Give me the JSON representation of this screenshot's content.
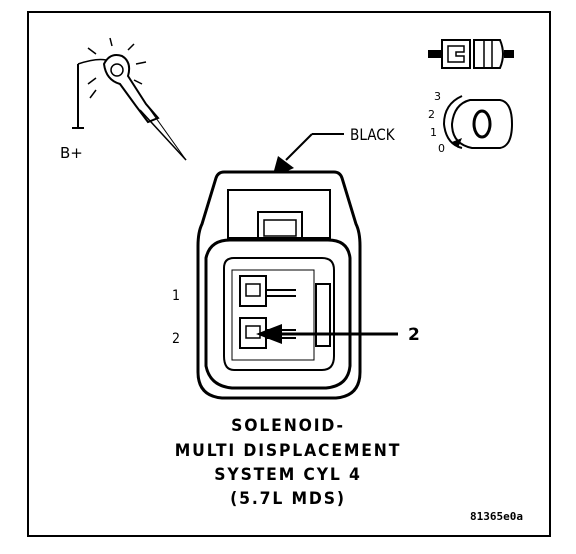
{
  "wire_color": "BLACK",
  "battery_label": "B+",
  "pin_labels": [
    "1",
    "2"
  ],
  "callout_label": "2",
  "release_positions": [
    "3",
    "2",
    "1",
    "0"
  ],
  "title_lines": [
    "SOLENOID-",
    "MULTI DISPLACEMENT",
    "SYSTEM CYL 4",
    "(5.7L MDS)"
  ],
  "figure_code": "81365e0a"
}
